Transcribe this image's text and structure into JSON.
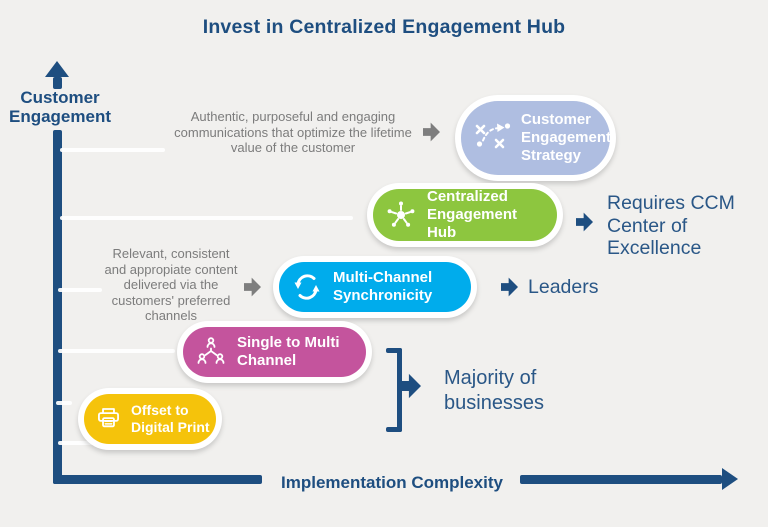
{
  "title": "Invest in Centralized Engagement Hub",
  "y_axis": {
    "label": "Customer\nEngagement"
  },
  "x_axis": {
    "label": "Implementation Complexity"
  },
  "badges": [
    {
      "name": "customer-engagement-strategy",
      "label": "Customer\nEngagement\nStrategy",
      "icon": "strategy-icon",
      "color": "#AFBEE1"
    },
    {
      "name": "centralized-engagement-hub",
      "label": "Centralized\nEngagement Hub",
      "icon": "hub-icon",
      "color": "#8DC63F"
    },
    {
      "name": "multi-channel-synchronicity",
      "label": "Multi-Channel\nSynchronicity",
      "icon": "sync-icon",
      "color": "#00ACEC"
    },
    {
      "name": "single-to-multi-channel",
      "label": "Single to Multi\nChannel",
      "icon": "people-network-icon",
      "color": "#C4549D"
    },
    {
      "name": "offset-to-digital-print",
      "label": "Offset to\nDigital Print",
      "icon": "printer-icon",
      "color": "#F5C30B"
    }
  ],
  "notes": {
    "strategy_note": "Authentic, purposeful and engaging\ncommunications that optimize the lifetime\nvalue of the customer",
    "sync_note": "Relevant, consistent\nand appropiate content\ndelivered via the\ncustomers' preferred\nchannels"
  },
  "callouts": {
    "hub": "Requires CCM\nCenter of\nExcellence",
    "leaders": "Leaders",
    "bracket": "Majority of\nbusinesses"
  },
  "colors": {
    "background": "#F1F0EE",
    "navy": "#1E4E80",
    "callout_text": "#2A5787",
    "note_text": "#7C7C7C",
    "arrow_gray": "#7E7E7E",
    "tick_white": "#FFFFFF",
    "badge_periwinkle": "#AFBEE1",
    "badge_green": "#8DC63F",
    "badge_cyan": "#00ACEC",
    "badge_magenta": "#C4549D",
    "badge_yellow": "#F5C30B"
  }
}
